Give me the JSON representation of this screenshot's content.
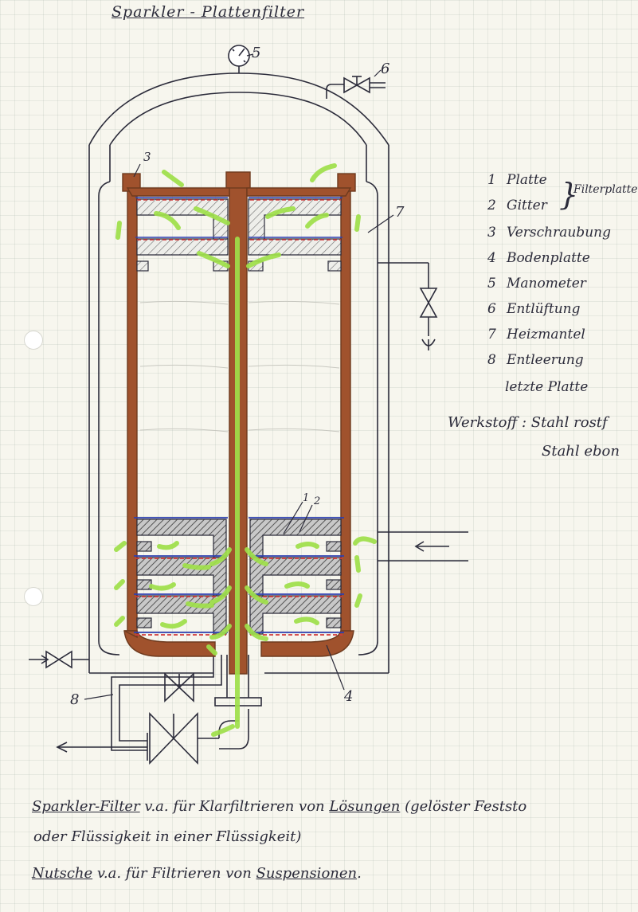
{
  "title": "Sparkler - Plattenfilter",
  "callouts": {
    "n1": "1",
    "n2": "2",
    "n3": "3",
    "n4": "4",
    "n5": "5",
    "n6": "6",
    "n7": "7",
    "n8": "8"
  },
  "legend": {
    "items": [
      {
        "num": "1",
        "label": "Platte"
      },
      {
        "num": "2",
        "label": "Gitter"
      },
      {
        "num": "3",
        "label": "Verschraubung"
      },
      {
        "num": "4",
        "label": "Bodenplatte"
      },
      {
        "num": "5",
        "label": "Manometer"
      },
      {
        "num": "6",
        "label": "Entlüftung"
      },
      {
        "num": "7",
        "label": "Heizmantel"
      },
      {
        "num": "8",
        "label": "Entleerung"
      }
    ],
    "item8_line2": "letzte Platte",
    "group_label": "Filterplatte"
  },
  "material": {
    "line1": "Werkstoff : Stahl rostf",
    "line2": "Stahl ebon"
  },
  "notes": {
    "line1_a": "Sparkler-Filter",
    "line1_b": " v.a. für Klarfiltrieren von ",
    "line1_c": "Lösungen",
    "line1_d": " (gelöster Feststo",
    "line2": "oder Flüssigkeit in einer Flüssigkeit)",
    "line3_a": "Nutsche",
    "line3_b": " v.a. für Filtrieren von ",
    "line3_c": "Suspensionen",
    "line3_d": "."
  },
  "colors": {
    "ink": "#2b2b3a",
    "wood": "#a0522d",
    "wood_dark": "#6e3a1e",
    "flow": "#9fe04a",
    "plate_gray": "#9a9a9a",
    "grid_blue": "#2d3fb0",
    "grid_red": "#d23b3b",
    "paper": "#f7f6ee"
  }
}
